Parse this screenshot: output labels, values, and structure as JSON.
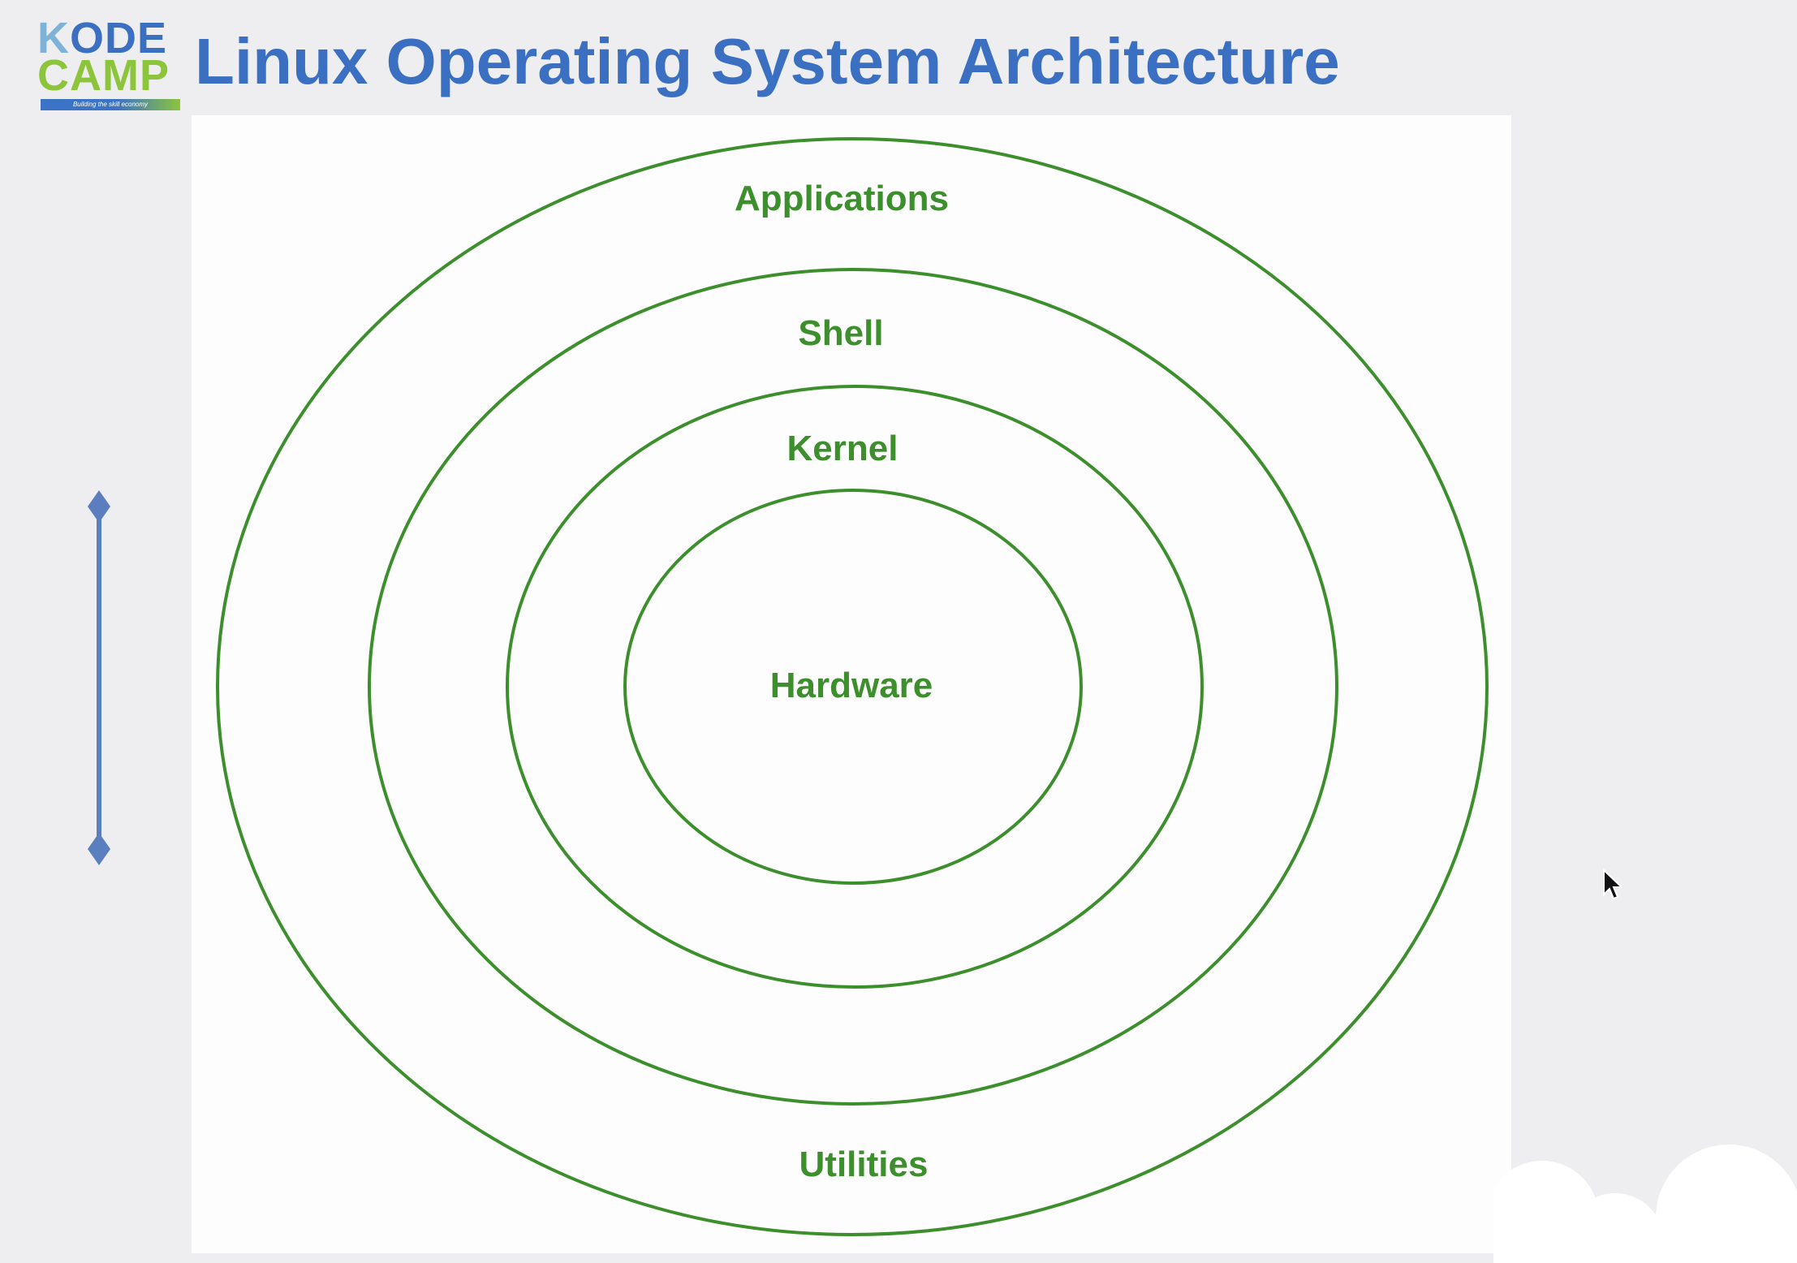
{
  "logo": {
    "line1_k": "K",
    "line1_rest": "ODE",
    "line2": "CAMP",
    "tagline": "Building the skill economy"
  },
  "title": "Linux Operating System Architecture",
  "diagram": {
    "layers": [
      {
        "label": "Applications"
      },
      {
        "label": "Shell"
      },
      {
        "label": "Kernel"
      },
      {
        "label": "Hardware"
      }
    ],
    "outer_bottom_label": "Utilities"
  },
  "colors": {
    "title": "#3a6fc1",
    "ring": "#3c8f2c",
    "arrow": "#5b7fbe"
  },
  "icons": {
    "arrow": "double-headed-vertical-arrow",
    "cursor": "mouse-pointer-icon"
  }
}
